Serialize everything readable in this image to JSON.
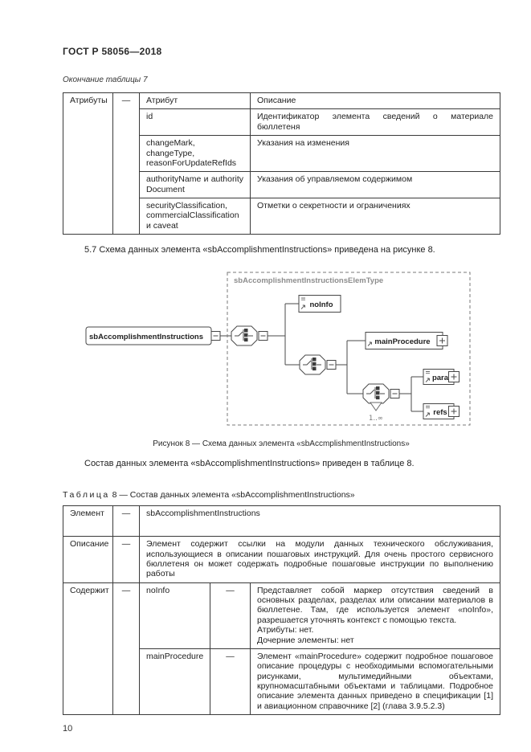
{
  "page": {
    "header_title": "ГОСТ Р 58056—2018",
    "page_number": "10"
  },
  "table7": {
    "continuation_label": "Окончание таблицы 7",
    "group_label": "Атрибуты",
    "dash": "—",
    "col_attr_header": "Атрибут",
    "col_desc_header": "Описание",
    "rows": [
      {
        "attr": "id",
        "desc": "Идентификатор элемента сведений о материале бюллетеня"
      },
      {
        "attr": "changeMark, changeType, reasonForUpdateRefIds",
        "desc": "Указания на изменения"
      },
      {
        "attr": "authorityName и authority Document",
        "desc": "Указания об управляемом содержимом"
      },
      {
        "attr": "securityClassification, commercialClassification и caveat",
        "desc": "Отметки о секретности и ограничениях"
      }
    ]
  },
  "paragraphs": {
    "p57": "5.7 Схема данных элемента «sbAccomplishmentInstructions» приведена на рисунке 8.",
    "after_figure": "Состав данных элемента «sbAccomplishmentInstructions» приведен в таблице 8."
  },
  "figure8": {
    "root_element": "sbAccomplishmentInstructions",
    "type_name": "sbAccomplishmentInstructionsElemType",
    "child_noinfo": "noInfo",
    "child_main_procedure": "mainProcedure",
    "child_para": "para",
    "child_refs": "refs",
    "multiplicity": "1..∞",
    "caption": "Рисунок 8 — Схема данных элемента «sbAccmplishmentInstructions»"
  },
  "table8": {
    "title_word": "Таблица",
    "title_number": "8",
    "title_rest": "— Состав данных элемента «sbAccomplishmentInstructions»",
    "dash": "—",
    "row_element_label": "Элемент",
    "row_element_value": "sbAccomplishmentInstructions",
    "row_description_label": "Описание",
    "row_description_value": "Элемент содержит ссылки на модули данных технического обслуживания, использующиеся в описании пошаговых инструкций. Для очень простого сервисного бюллетеня он может содержать подробные пошаговые инструкции по выполнению работы",
    "row_contains_label": "Содержит",
    "children": [
      {
        "name": "noInfo",
        "desc_lines": [
          "Представляет собой маркер отсутствия сведений в основных разделах, разделах или описании материалов в бюллетене. Там, где используется элемент «noInfo», разрешается уточнять контекст с помощью текста.",
          "Атрибуты: нет.",
          "Дочерние элементы: нет"
        ]
      },
      {
        "name": "mainProcedure",
        "desc_lines": [
          "Элемент «mainProcedure» содержит подробное пошаговое описание процедуры с необходимыми вспомогательными рисунками, мультимедийными объектами, крупномасштабными объектами и таблицами. Подробное описание элемента данных приведено в спецификации [1] и авиационном справочнике [2] (глава 3.9.5.2.3)"
        ]
      }
    ]
  }
}
